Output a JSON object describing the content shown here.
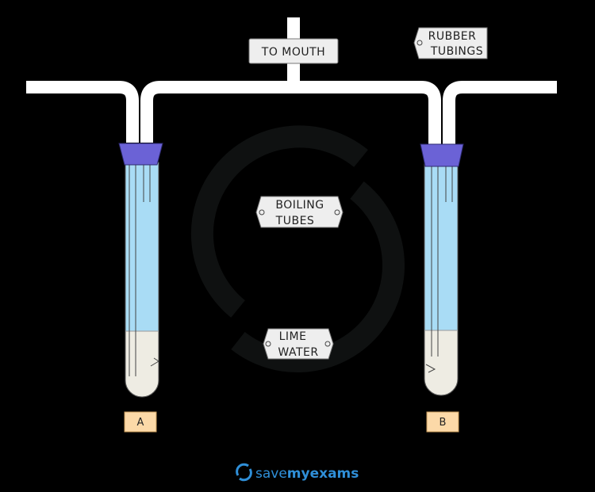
{
  "labels": {
    "to_mouth": "TO MOUTH",
    "rubber_line1": "RUBBER",
    "rubber_line2": "TUBINGS",
    "boiling_line1": "BOILING",
    "boiling_line2": "TUBES",
    "lime_line1": "LIME",
    "lime_line2": "WATER"
  },
  "tubes": {
    "left_tag": "A",
    "right_tag": "B"
  },
  "brand": {
    "save": "save",
    "my": "my",
    "exams": "exams",
    "logo_icon": "save-my-exams-logo-icon"
  },
  "colors": {
    "tube_air": "#a9dcf5",
    "lime_water": "#eeece3",
    "stopper": "#6b62d6",
    "tag_bg": "#fcd9a8",
    "tubing": "#ffffff",
    "brand": "#2f8fd8"
  }
}
